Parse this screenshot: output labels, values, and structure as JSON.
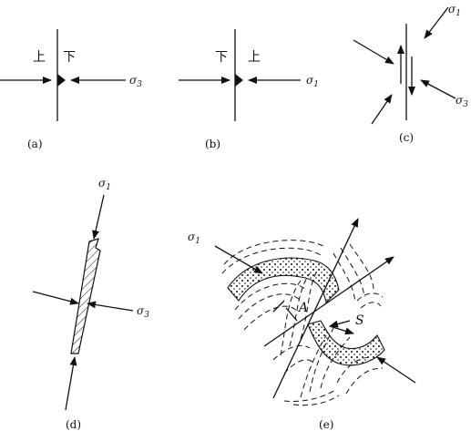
{
  "panels": {
    "a": {
      "caption": "(a)",
      "left_text": "上",
      "right_text": "下",
      "stress": "σ",
      "stress_sub": "3"
    },
    "b": {
      "caption": "(b)",
      "left_text": "下",
      "right_text": "上",
      "stress": "σ",
      "stress_sub": "1"
    },
    "c": {
      "caption": "(c)",
      "stress_top": "σ",
      "stress_top_sub": "1",
      "stress_bottom": "σ",
      "stress_bottom_sub": "3"
    },
    "d": {
      "caption": "(d)",
      "stress_top": "σ",
      "stress_top_sub": "1",
      "stress_right": "σ",
      "stress_right_sub": "3"
    },
    "e": {
      "caption": "(e)",
      "stress": "σ",
      "stress_sub": "1",
      "label_a": "A",
      "label_s": "S"
    }
  },
  "colors": {
    "ink": "#111111",
    "background": "#ffffff"
  }
}
